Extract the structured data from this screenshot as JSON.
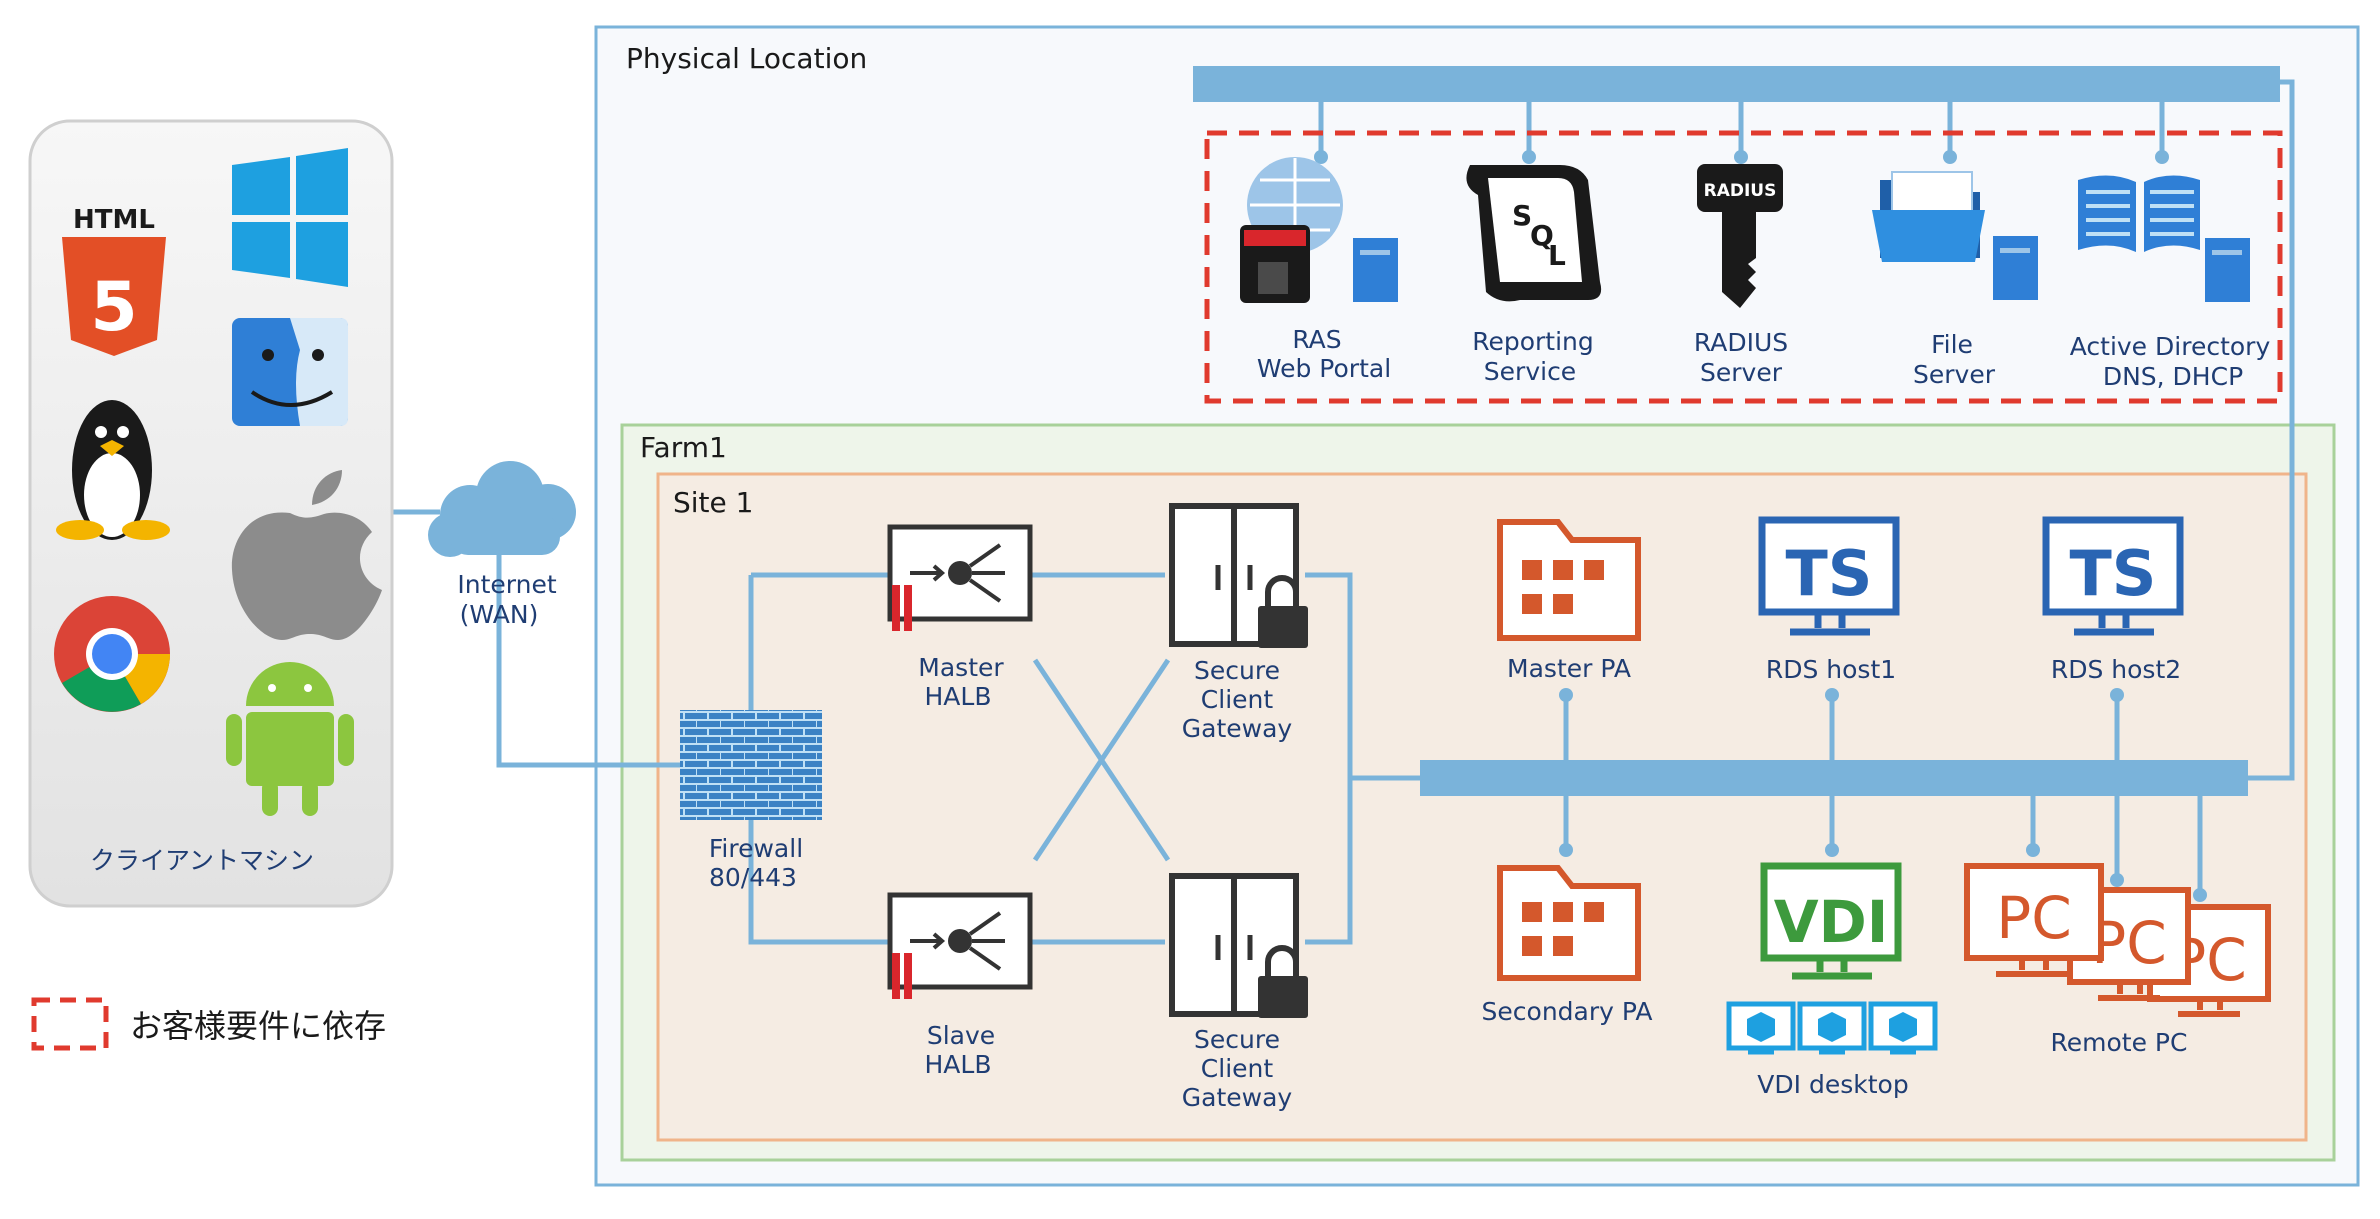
{
  "regions": {
    "physical_location": "Physical Location",
    "farm": "Farm1",
    "site": "Site 1"
  },
  "clients": {
    "label": "クライアントマシン"
  },
  "internet": {
    "line1": "Internet",
    "line2": "(WAN)"
  },
  "services": [
    {
      "line1": "RAS",
      "line2": "Web Portal",
      "icon": "ras-web-portal-icon"
    },
    {
      "line1": "Reporting",
      "line2": "Service",
      "icon": "sql-scroll-icon",
      "glyph1": "S",
      "glyph2": "Q",
      "glyph3": "L"
    },
    {
      "line1": "RADIUS",
      "line2": "Server",
      "icon": "radius-key-icon",
      "glyph": "RADIUS"
    },
    {
      "line1": "File",
      "line2": "Server",
      "icon": "folder-icon"
    },
    {
      "line1": "Active Directory",
      "line2": "DNS, DHCP",
      "icon": "directory-book-icon"
    }
  ],
  "site_nodes": {
    "firewall": {
      "line1": "Firewall",
      "line2": "80/443"
    },
    "master_halb": {
      "line1": "Master",
      "line2": "HALB"
    },
    "slave_halb": {
      "line1": "Slave",
      "line2": "HALB"
    },
    "gateway_top": {
      "line1": "Secure",
      "line2": "Client",
      "line3": "Gateway"
    },
    "gateway_bottom": {
      "line1": "Secure",
      "line2": "Client",
      "line3": "Gateway"
    },
    "master_pa": {
      "label": "Master PA"
    },
    "secondary_pa": {
      "label": "Secondary PA"
    },
    "rds_host1": {
      "label": "RDS host1",
      "glyph": "TS"
    },
    "rds_host2": {
      "label": "RDS host2",
      "glyph": "TS"
    },
    "vdi": {
      "label": "VDI desktop",
      "glyph": "VDI"
    },
    "remote_pc": {
      "label": "Remote PC",
      "glyph": "PC"
    }
  },
  "html5_badge": {
    "text": "HTML",
    "number": "5"
  },
  "legend": {
    "label": "お客様要件に依存"
  },
  "colors": {
    "line": "#7ab3da",
    "physical_border": "#7ab3da",
    "farm_border": "#a8d19a",
    "site_border": "#f0b48a",
    "site_fill": "#f5ece3",
    "dashed": "#e03a2e",
    "label": "#1f3d73",
    "pa_orange": "#d4582c",
    "ts_blue": "#2a65b3",
    "vdi_green": "#3d9a3d"
  }
}
